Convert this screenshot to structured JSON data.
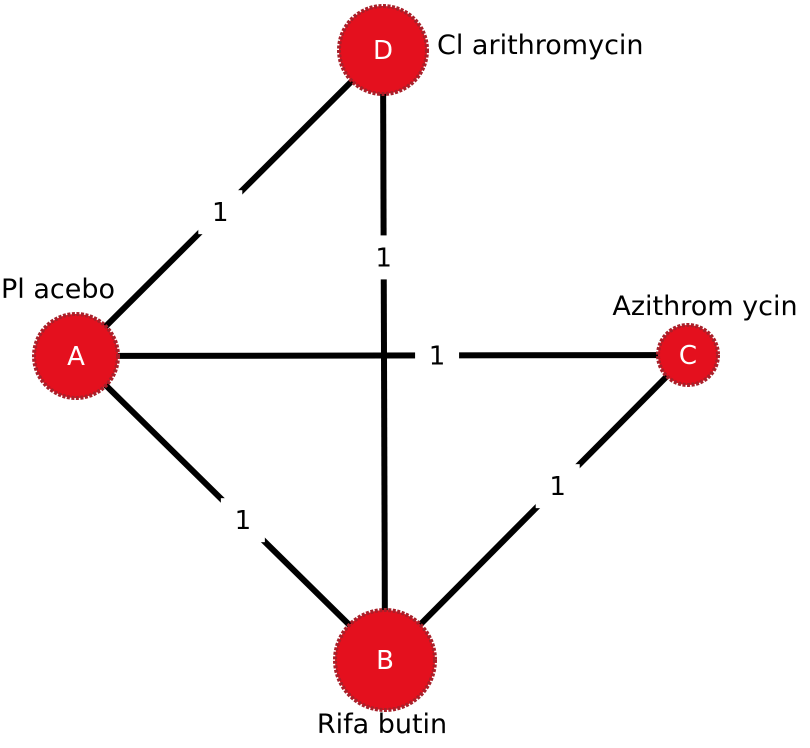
{
  "colors": {
    "node_fill": "#e4101e",
    "node_border": "#a8202a",
    "edge": "#000000",
    "text": "#000000",
    "node_text": "#ffffff"
  },
  "nodes": [
    {
      "id": "A",
      "letter": "A",
      "name": "Pl acebo"
    },
    {
      "id": "B",
      "letter": "B",
      "name": "Rifa butin"
    },
    {
      "id": "C",
      "letter": "C",
      "name": "Azithrom ycin"
    },
    {
      "id": "D",
      "letter": "D",
      "name": "Cl arithromycin"
    }
  ],
  "edges": [
    {
      "from": "A",
      "to": "D",
      "label": "1"
    },
    {
      "from": "D",
      "to": "B",
      "label": "1"
    },
    {
      "from": "A",
      "to": "C",
      "label": "1"
    },
    {
      "from": "A",
      "to": "B",
      "label": "1"
    },
    {
      "from": "C",
      "to": "B",
      "label": "1"
    }
  ]
}
